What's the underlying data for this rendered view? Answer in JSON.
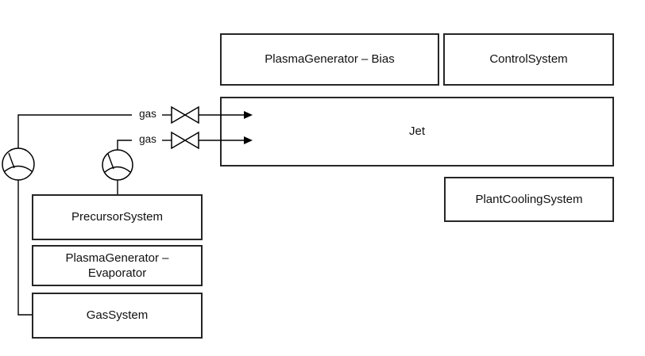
{
  "boxes": {
    "plasma_bias": "PlasmaGenerator – Bias",
    "control_system": "ControlSystem",
    "jet": "Jet",
    "plant_cooling": "PlantCoolingSystem",
    "precursor": "PrecursorSystem",
    "plasma_evaporator": "PlasmaGenerator – Evaporator",
    "gas_system": "GasSystem"
  },
  "line_labels": {
    "gas_line_1": "gas",
    "gas_line_2": "gas"
  },
  "icons": {
    "gauge_1": "pressure-gauge-icon",
    "gauge_2": "pressure-gauge-icon",
    "valve_1": "valve-icon",
    "valve_2": "valve-icon",
    "arrow_1": "arrowhead-icon",
    "arrow_2": "arrowhead-icon"
  },
  "colors": {
    "background": "#ffffff",
    "line": "#000000",
    "box_border": "#262626",
    "text": "#111111"
  }
}
